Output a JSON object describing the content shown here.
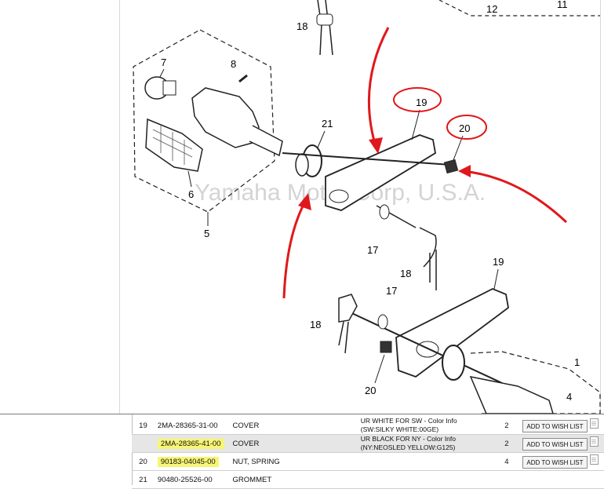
{
  "diagram": {
    "watermark": "Yamaha Motor Corp, U.S.A.",
    "callouts": [
      "18",
      "12",
      "11",
      "7",
      "8",
      "21",
      "19",
      "20",
      "6",
      "5",
      "17",
      "18",
      "19",
      "17",
      "18",
      "20",
      "1",
      "4"
    ]
  },
  "parts": [
    {
      "index": "19",
      "part_number": "2MA-28365-31-00",
      "description": "COVER",
      "info_line1": "UR WHITE FOR SW - Color Info",
      "info_line2": "(SW:SILKY WHITE:00GE)",
      "qty": "2",
      "wish_label": "ADD TO WISH LIST",
      "highlight": false
    },
    {
      "index": "",
      "part_number": "2MA-28365-41-00",
      "description": "COVER",
      "info_line1": "UR BLACK FOR NY - Color Info",
      "info_line2": "(NY:NEOSLED YELLOW:G125)",
      "qty": "2",
      "wish_label": "ADD TO WISH LIST",
      "highlight": true
    },
    {
      "index": "20",
      "part_number": "90183-04045-00",
      "description": "NUT, SPRING",
      "info_line1": "",
      "info_line2": "",
      "qty": "4",
      "wish_label": "ADD TO WISH LIST",
      "highlight": true
    },
    {
      "index": "21",
      "part_number": "90480-25526-00",
      "description": "GROMMET",
      "info_line1": "",
      "info_line2": "",
      "qty": "",
      "wish_label": "",
      "highlight": false
    }
  ],
  "colors": {
    "annotation_red": "#e0181b",
    "highlight_yellow": "#f7f574"
  }
}
